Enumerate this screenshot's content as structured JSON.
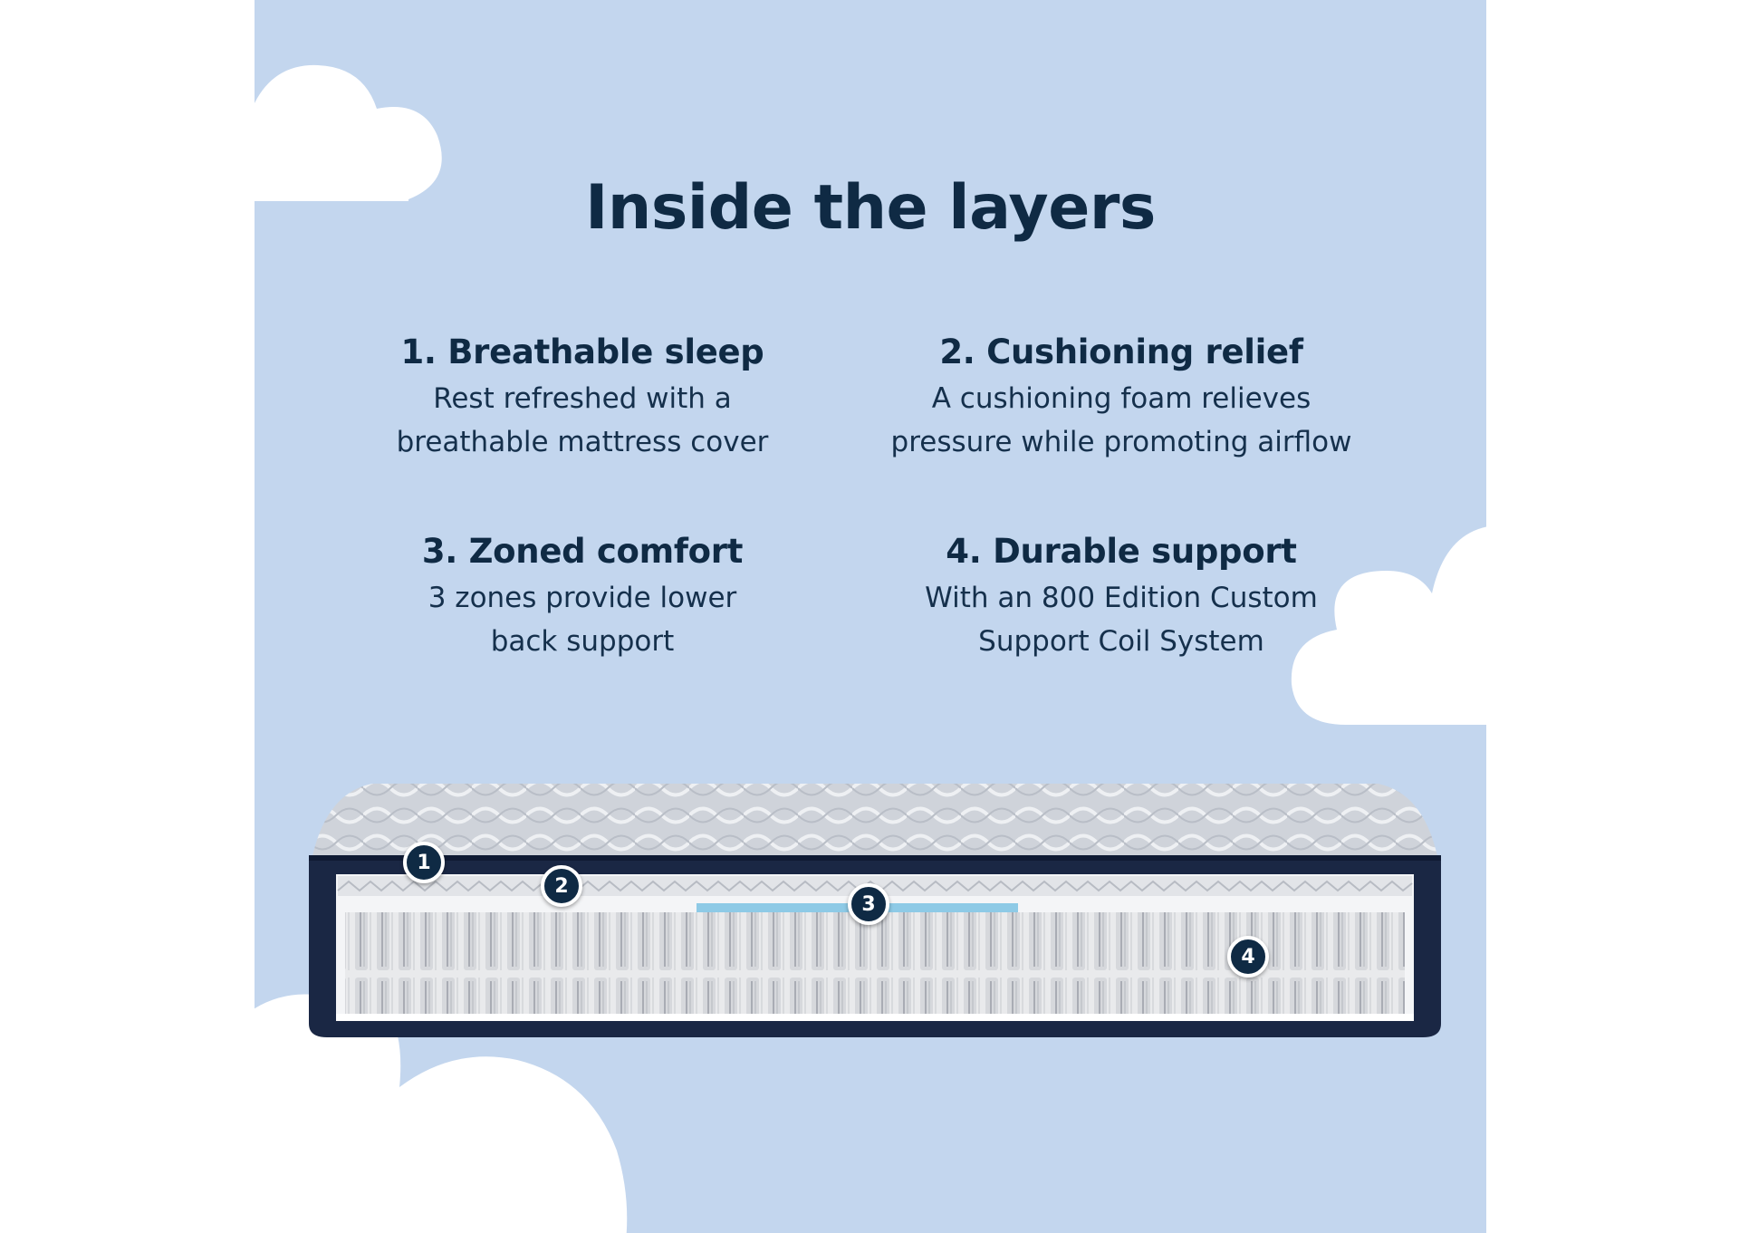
{
  "title": "Inside the layers",
  "features": [
    {
      "heading": "1. Breathable sleep",
      "line1": "Rest refreshed with a",
      "line2": "breathable mattress cover"
    },
    {
      "heading": "2. Cushioning relief",
      "line1": "A cushioning foam relieves",
      "line2": "pressure while promoting airflow"
    },
    {
      "heading": "3. Zoned comfort",
      "line1": "3 zones provide lower",
      "line2": "back support"
    },
    {
      "heading": "4. Durable support",
      "line1": "With an 800 Edition Custom",
      "line2": "Support Coil System"
    }
  ],
  "markers": [
    "1",
    "2",
    "3",
    "4"
  ],
  "colors": {
    "background": "#c3d6ee",
    "text": "#0f2a44",
    "cloud": "#ffffff",
    "mattress_border": "#14213d",
    "zone_strip": "#8ecae6"
  }
}
